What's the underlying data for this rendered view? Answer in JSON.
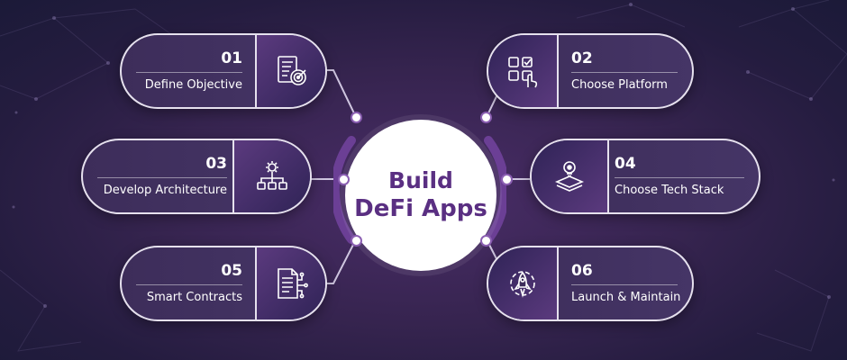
{
  "hub": {
    "line1": "Build",
    "line2": "DeFi Apps"
  },
  "steps": [
    {
      "number": "01",
      "label": "Define Objective",
      "icon": "document-target-icon"
    },
    {
      "number": "02",
      "label": "Choose Platform",
      "icon": "grid-touch-icon"
    },
    {
      "number": "03",
      "label": "Develop Architecture",
      "icon": "hierarchy-gear-icon"
    },
    {
      "number": "04",
      "label": "Choose Tech Stack",
      "icon": "layers-bulb-icon"
    },
    {
      "number": "05",
      "label": "Smart Contracts",
      "icon": "contract-circuit-icon"
    },
    {
      "number": "06",
      "label": "Launch & Maintain",
      "icon": "rocket-gear-icon"
    }
  ],
  "colors": {
    "hub_text": "#5a2f82",
    "pill_border": "#e6e1ee",
    "dot_border": "#8b5fb2",
    "background": "#36244f"
  }
}
